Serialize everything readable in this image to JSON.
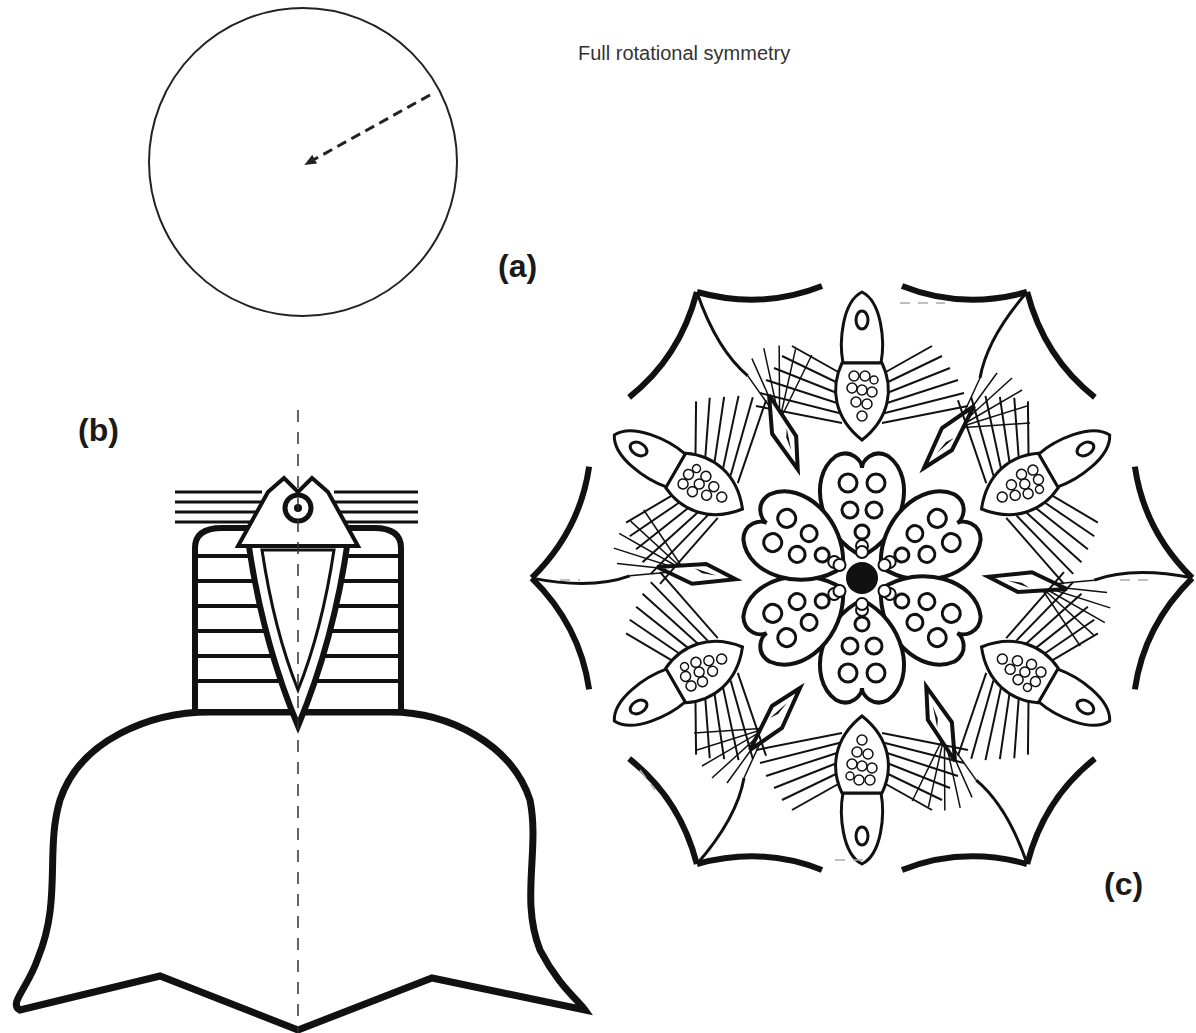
{
  "diagram": {
    "labels": [
      "Full rotational symmetry",
      "(a)",
      "(b)",
      "(c)"
    ]
  }
}
